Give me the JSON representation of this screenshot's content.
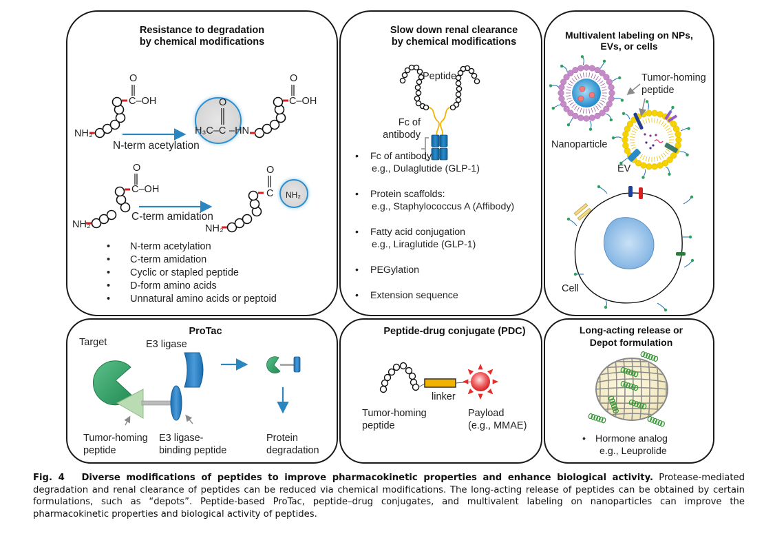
{
  "figure": {
    "panels": {
      "resistance": {
        "title": "Resistance to degradation\nby chemical modifications",
        "title_line1": "Resistance to degradation",
        "title_line2": "by chemical modifications",
        "diagram_labels": {
          "carboxyl_o": "O",
          "carboxyl_c_oh": "C–OH",
          "nh2": "NH₂",
          "acetyl_group": "H₃C–C",
          "hn": "–HN",
          "n_term_arrow": "N-term acetylation",
          "c_term_arrow": "C-term amidation",
          "amide_nh2": "NH₂",
          "amide_c": "C"
        },
        "bullets": [
          "N-term acetylation",
          "C-term amidation",
          "Cyclic or stapled peptide",
          "D-form amino acids",
          "Unnatural amino acids or peptoid"
        ]
      },
      "renal": {
        "title_line1": "Slow down renal clearance",
        "title_line2": "by chemical modifications",
        "diagram_labels": {
          "peptide": "Peptide",
          "fc_line1": "Fc of",
          "fc_line2": "antibody"
        },
        "bullets": [
          {
            "main": "Fc of antibody",
            "example": "e.g., Dulaglutide (GLP-1)"
          },
          {
            "main": "Protein scaffolds:",
            "example": "e.g., Staphylococcus  A (Affibody)"
          },
          {
            "main": "Fatty acid conjugation",
            "example": "e.g., Liraglutide (GLP-1)"
          },
          {
            "main": "PEGylation",
            "example": ""
          },
          {
            "main": "Extension sequence",
            "example": ""
          }
        ]
      },
      "multivalent": {
        "title_line1": "Multivalent labeling on NPs,",
        "title_line2": "EVs, or cells",
        "labels": {
          "tumor_homing_line1": "Tumor-homing",
          "tumor_homing_line2": "peptide",
          "nanoparticle": "Nanoparticle",
          "ev": "EV",
          "cell": "Cell"
        }
      },
      "protac": {
        "title": "ProTac",
        "labels": {
          "target": "Target",
          "e3_ligase": "E3 ligase",
          "tumor_homing_line1": "Tumor-homing",
          "tumor_homing_line2": "peptide",
          "e3_binding_line1": "E3 ligase-",
          "e3_binding_line2": "binding peptide",
          "degradation_line1": "Protein",
          "degradation_line2": "degradation"
        }
      },
      "pdc": {
        "title": "Peptide-drug conjugate (PDC)",
        "labels": {
          "linker": "linker",
          "tumor_homing_line1": "Tumor-homing",
          "tumor_homing_line2": "peptide",
          "payload_line1": "Payload",
          "payload_line2": "(e.g., MMAE)"
        }
      },
      "depot": {
        "title_line1": "Long-acting release or",
        "title_line2": "Depot formulation",
        "bullet_main": "Hormone analog",
        "bullet_example": "e.g., Leuprolide"
      }
    },
    "caption": {
      "label": "Fig. 4",
      "bold_title": "Diverse modifications of peptides to improve pharmacokinetic properties and enhance biological activity.",
      "body": "Protease-mediated degradation and renal clearance of peptides can be reduced via chemical modifications. The long-acting release of peptides can be obtained by certain formulations, such as “depots”. Peptide-based ProTac, peptide–drug conjugates, and multivalent labeling on nanoparticles can improve the pharmacokinetic properties and biological activity of peptides."
    },
    "colors": {
      "arrow_blue": "#2a86c0",
      "arrow_glow": "#f4b98a",
      "bond_red": "#d42020",
      "highlight_circle": "#2a8fd0",
      "fc_blue": "#1d74b0",
      "linker_yellow": "#f0b400",
      "target_green": "#3aa56a",
      "peptide_green": "#4aa040",
      "payload_red": "#e52b2b",
      "nucleus_blue": "#8fbde8"
    }
  }
}
